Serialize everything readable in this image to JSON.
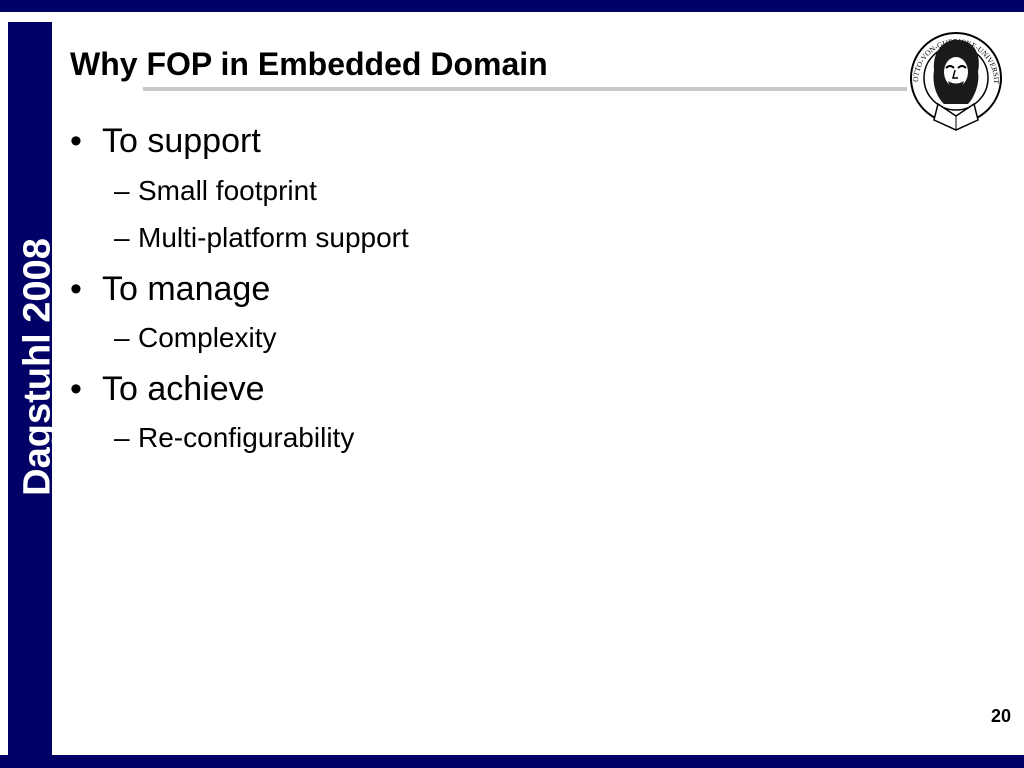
{
  "slide": {
    "title": "Why FOP in Embedded Domain",
    "side_label": "Dagstuhl 2008",
    "page_number": "20",
    "logo_text": "OTTO-VON-GUERICKE-UNIVERSITÄT MAGDEBURG",
    "bullet_glyph": "•",
    "dash_glyph": "–",
    "sections": [
      {
        "heading": "To support",
        "items": [
          "Small footprint",
          "Multi-platform support"
        ]
      },
      {
        "heading": "To manage",
        "items": [
          "Complexity"
        ]
      },
      {
        "heading": "To achieve",
        "items": [
          "Re-configurability"
        ]
      }
    ]
  },
  "colors": {
    "frame": "#000066",
    "rule": "#c8c8c8",
    "text": "#000000"
  }
}
